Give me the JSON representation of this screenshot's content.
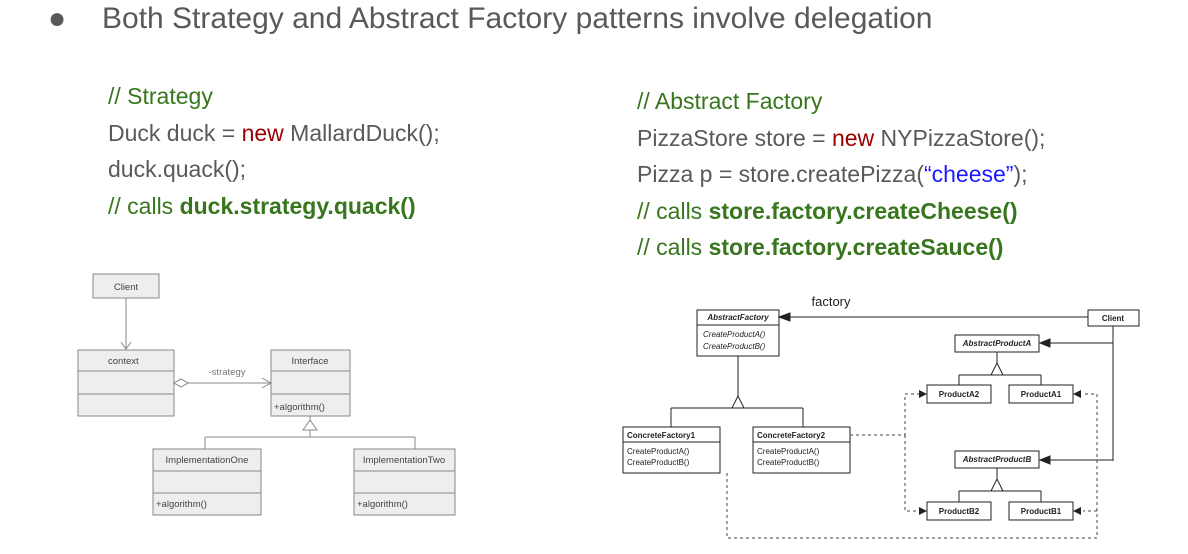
{
  "slide": {
    "bullet": "●",
    "heading": "Both Strategy and Abstract Factory patterns involve delegation"
  },
  "strategy_code": {
    "comment": "// Strategy",
    "l1_a": "Duck duck = ",
    "l1_kw": "new",
    "l1_b": " MallardDuck();",
    "l2": "duck.quack();",
    "l3_a": "// calls ",
    "l3_b": "duck.strategy.quack()"
  },
  "factory_code": {
    "comment": "// Abstract Factory",
    "l1_a": "PizzaStore store = ",
    "l1_kw": "new",
    "l1_b": " NYPizzaStore();",
    "l2_a": "Pizza p = store.createPizza(",
    "l2_str": "“cheese”",
    "l2_b": ");",
    "l3_a": "// calls ",
    "l3_b": "store.factory.createCheese()",
    "l4_a": "// calls ",
    "l4_b": "store.factory.createSauce()"
  },
  "strategy_diagram": {
    "client": "Client",
    "context": "context",
    "strategy_label": "-strategy",
    "interface": "Interface",
    "interface_method": "+algorithm()",
    "impl_one": "ImplementationOne",
    "impl_one_method": "+algorithm()",
    "impl_two": "ImplementationTwo",
    "impl_two_method": "+algorithm()"
  },
  "factory_diagram": {
    "factory_label": "factory",
    "client": "Client",
    "abstract_factory": "AbstractFactory",
    "af_m1": "CreateProductA()",
    "af_m2": "CreateProductB()",
    "concrete1": "ConcreteFactory1",
    "c1_m1": "CreateProductA()",
    "c1_m2": "CreateProductB()",
    "concrete2": "ConcreteFactory2",
    "c2_m1": "CreateProductA()",
    "c2_m2": "CreateProductB()",
    "abstract_a": "AbstractProductA",
    "product_a2": "ProductA2",
    "product_a1": "ProductA1",
    "abstract_b": "AbstractProductB",
    "product_b2": "ProductB2",
    "product_b1": "ProductB1"
  }
}
